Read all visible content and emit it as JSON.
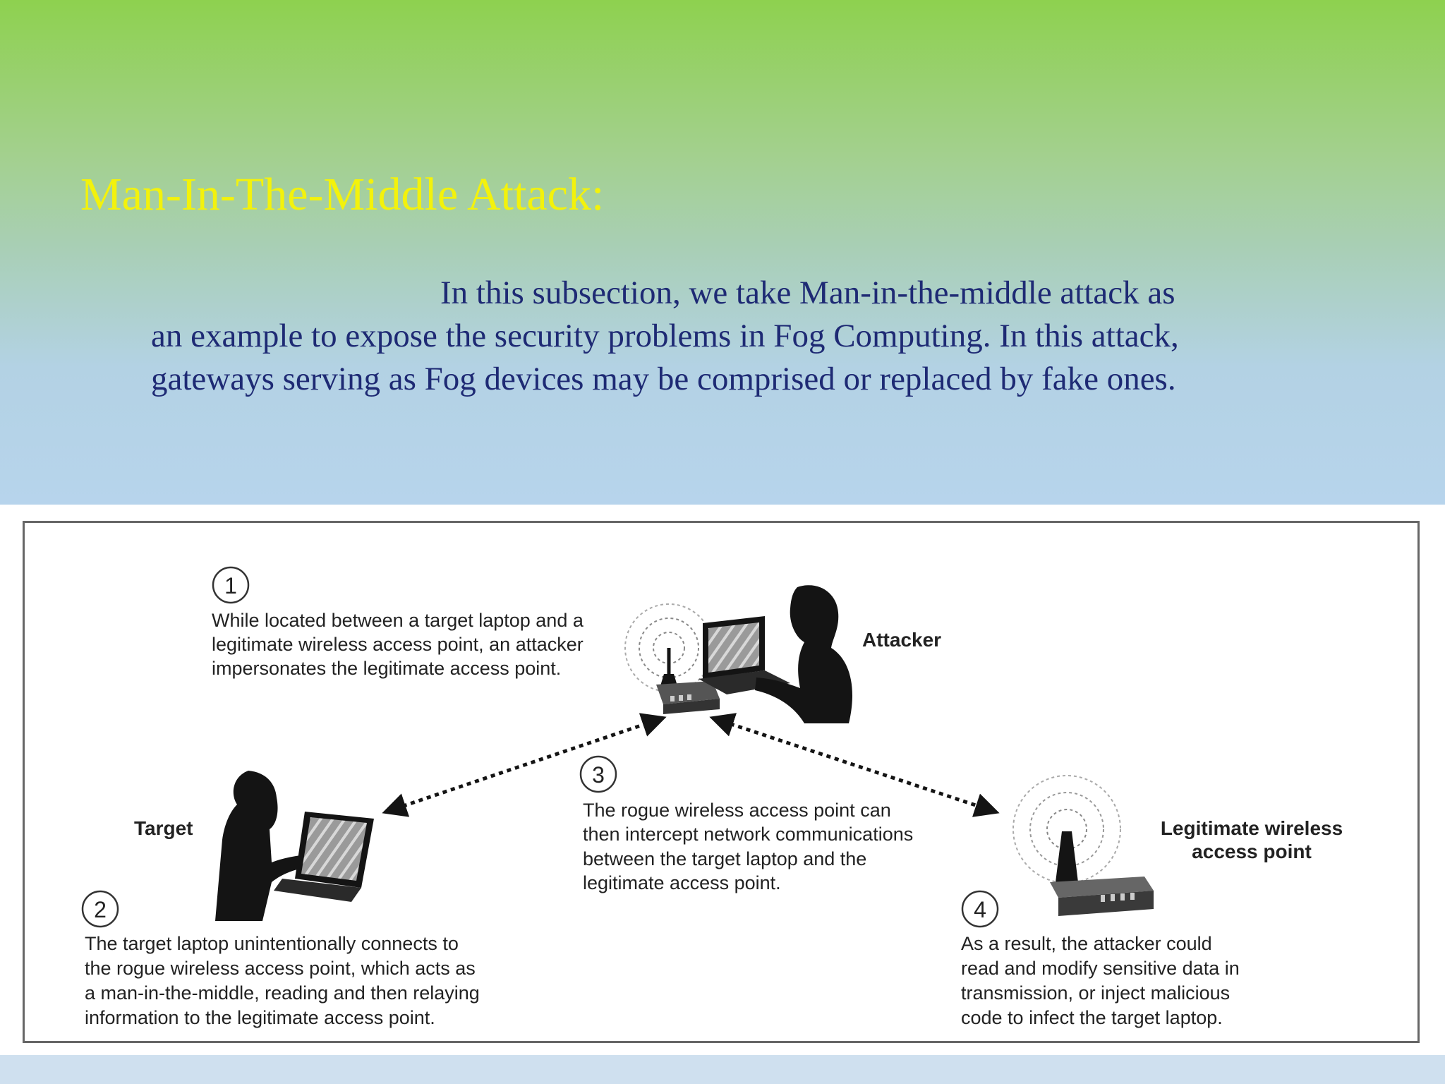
{
  "slide": {
    "title": "Man-In-The-Middle Attack:",
    "body_lines": [
      "In this subsection, we take Man-in-the-middle attack  as",
      "an example to expose the security problems in Fog Computing. In this attack,",
      "gateways serving as Fog devices may be comprised or replaced by fake ones."
    ]
  },
  "figure": {
    "labels": {
      "attacker": "Attacker",
      "target": "Target",
      "legit_ap_line1": "Legitimate wireless",
      "legit_ap_line2": "access point"
    },
    "steps": [
      {
        "number": "1",
        "lines": [
          "While located between a target laptop and a",
          "legitimate wireless access point, an attacker",
          "impersonates the legitimate access point."
        ]
      },
      {
        "number": "2",
        "lines": [
          "The target laptop unintentionally connects to",
          "the rogue wireless access point, which acts as",
          "a man-in-the-middle, reading and then relaying",
          "information to the legitimate access point."
        ]
      },
      {
        "number": "3",
        "lines": [
          "The rogue wireless access point can",
          "then intercept network communications",
          "between the target laptop and the",
          "legitimate access point."
        ]
      },
      {
        "number": "4",
        "lines": [
          "As a result, the attacker could",
          "read and modify sensitive data in",
          "transmission, or inject malicious",
          "code to infect the target laptop."
        ]
      }
    ]
  },
  "colors": {
    "title": "#f3f20c",
    "body_text": "#1e2a74",
    "silhouette": "#141414"
  },
  "icons": [
    "person-silhouette",
    "laptop-icon",
    "wireless-access-point-icon",
    "dashed-double-arrow"
  ]
}
